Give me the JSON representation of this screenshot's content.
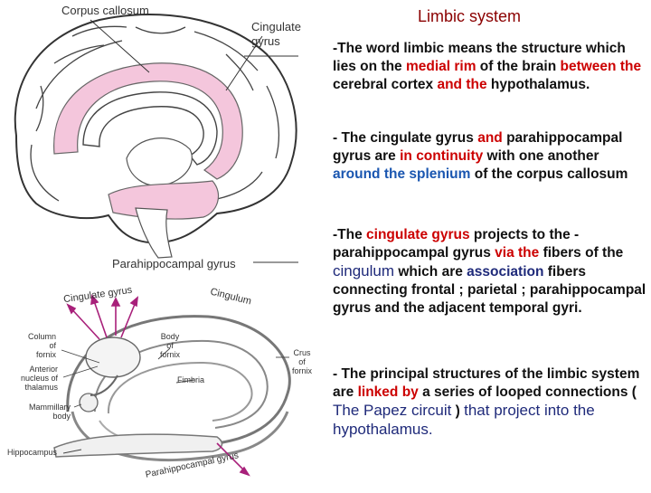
{
  "top_figure": {
    "labels": {
      "corpus_callosum": "Corpus callosum",
      "cingulate_gyrus_l1": "Cingulate",
      "cingulate_gyrus_l2": "gyrus",
      "parahippocampal_gyrus": "Parahippocampal gyrus"
    }
  },
  "bottom_figure": {
    "labels": {
      "cingulate_gyrus": "Cingulate gyrus",
      "cingulum": "Cingulum",
      "column_of_fornix": [
        "Column",
        "of",
        "fornix"
      ],
      "anterior_nucleus": [
        "Anterior",
        "nucleus of",
        "thalamus"
      ],
      "mammillary_body": [
        "Mammillary",
        "body"
      ],
      "hippocampus": "Hippocampus",
      "body_of_fornix": [
        "Body",
        "of",
        "fornix"
      ],
      "fimbria": "Fimbria",
      "crus_of_fornix": [
        "Crus",
        "of",
        "fornix"
      ],
      "parahippocampal_gyrus": "Parahippocampal gyrus"
    }
  },
  "text": {
    "title": "Limbic system",
    "p1": {
      "s1": "-The word limbic means the structure which lies on the ",
      "s2": "medial rim",
      "s3": " of the brain ",
      "s4": "between the",
      "s5": " cerebral cortex ",
      "s6": "and the",
      "s7": " hypothalamus."
    },
    "p2": {
      "s1": " - The cingulate gyrus ",
      "s2": "and",
      "s3": " parahippocampal gyrus are ",
      "s4": "in continuity",
      "s5": " with one another ",
      "s6": "around the splenium",
      "s7": " of the corpus callosum"
    },
    "p3": {
      "s1": "-The ",
      "s2": "cingulate gyrus",
      "s3": " projects to the - parahippocampal gyrus ",
      "s4": "via the",
      "s5": " fibers of  the ",
      "s6": "cingulum",
      "s7": " which are ",
      "s8": "association",
      "s9": " fibers connecting frontal ; parietal ; parahippocampal gyrus and the adjacent temporal gyri."
    },
    "p4": {
      "s1": "- The principal structures of the limbic  system are ",
      "s2": "linked by",
      "s3": " a series of looped connections ( ",
      "s4": "The Papez circuit",
      "s5": " ) ",
      "s6": "that project into the hypothalamus."
    }
  },
  "colors": {
    "limbic_fill": "#f4c6dc",
    "title": "#8b0000",
    "highlight_red": "#cc0000",
    "highlight_blue": "#1a56b0",
    "arrow_purple": "#a8207a"
  }
}
